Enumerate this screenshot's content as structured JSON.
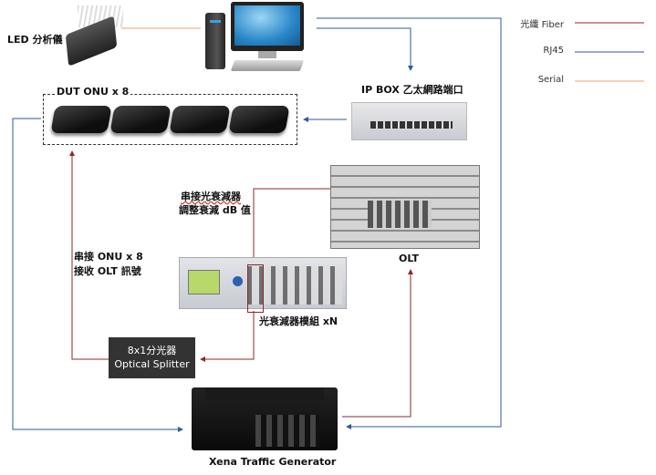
{
  "legend": {
    "items": [
      {
        "label": "光纖 Fiber",
        "color": "#8b2a2a"
      },
      {
        "label": "RJ45",
        "color": "#2e5a9a"
      },
      {
        "label": "Serial",
        "color": "#f0a070"
      }
    ]
  },
  "devices": {
    "led_analyzer": {
      "label": "LED 分析儀"
    },
    "pc": {
      "label": ""
    },
    "ip_box": {
      "label": "IP BOX 乙太網路端口"
    },
    "dut_onu": {
      "label": "DUT ONU x 8",
      "count_shown": 4
    },
    "olt": {
      "label": "OLT"
    },
    "attenuator": {
      "label": "光衰減器模組 xN"
    },
    "splitter": {
      "line1": "8x1分光器",
      "line2": "Optical Splitter"
    },
    "traffic_gen": {
      "label": "Xena Traffic Generator"
    }
  },
  "annotations": {
    "attenuator_note_1": "串接光衰減器",
    "attenuator_note_2": "調整衰減 dB 值",
    "onu_note_1": "串接 ONU x 8",
    "onu_note_2": "接收 OLT 訊號"
  },
  "colors": {
    "fiber": "#8b2a2a",
    "rj45": "#2e5a9a",
    "serial": "#f0a070"
  }
}
